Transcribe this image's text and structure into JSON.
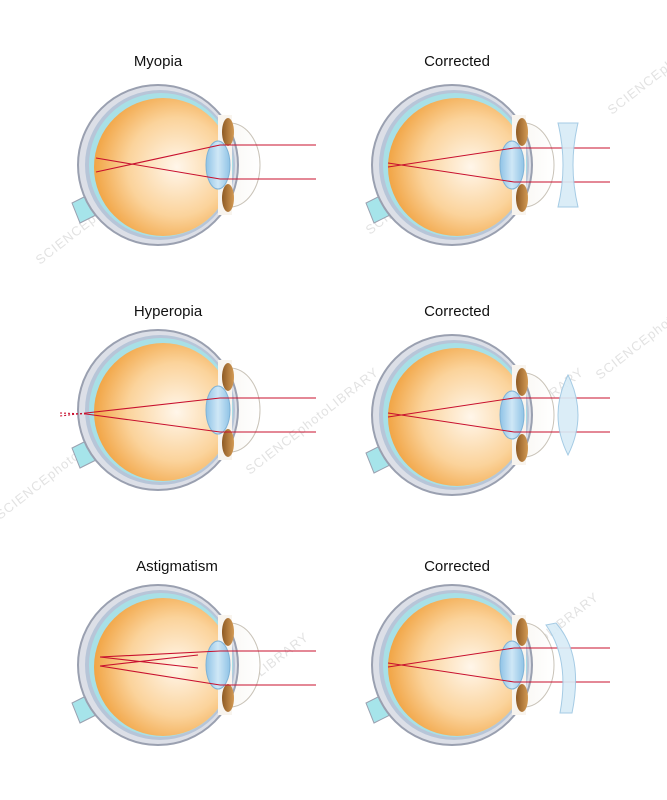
{
  "panels": [
    {
      "id": "myopia",
      "title": "Myopia",
      "condition": "myopia",
      "lens": "none"
    },
    {
      "id": "myopia-fix",
      "title": "Corrected",
      "condition": "normal",
      "lens": "concave"
    },
    {
      "id": "hyperopia",
      "title": "Hyperopia",
      "condition": "hyperopia",
      "lens": "none"
    },
    {
      "id": "hyperopia-fix",
      "title": "Corrected",
      "condition": "normal",
      "lens": "convex"
    },
    {
      "id": "astigmatism",
      "title": "Astigmatism",
      "condition": "astigmatism",
      "lens": "none"
    },
    {
      "id": "astigmatism-fix",
      "title": "Corrected",
      "condition": "normal",
      "lens": "cylindrical"
    }
  ],
  "colors": {
    "sclera_outer": "#9aa0b0",
    "choroid": "#b7c5d8",
    "retina": "#a8e0e6",
    "vitreous_edge": "#f0a23a",
    "vitreous_center": "#fff3e0",
    "lens": "#a9d2ec",
    "iris": "#b07a3a",
    "optic_nerve": "#a6e4ea",
    "ray": "#c8102e",
    "corrective_lens": "#d8ecf7"
  },
  "watermark": "SCIENCEphotoLIBRARY"
}
